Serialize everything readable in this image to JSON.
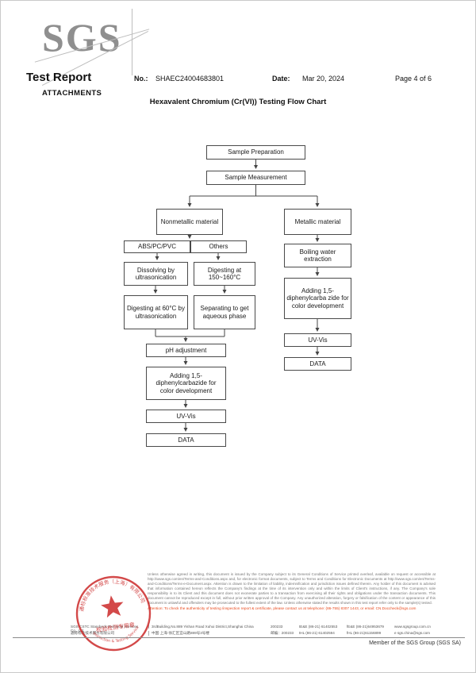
{
  "logo": {
    "text": "SGS"
  },
  "header": {
    "report_title": "Test Report",
    "attachments_label": "ATTACHMENTS",
    "no_label": "No.:",
    "no_value": "SHAEC24004683801",
    "date_label": "Date:",
    "date_value": "Mar 20, 2024",
    "page_label": "Page 4 of 6"
  },
  "flowchart": {
    "title": "Hexavalent Chromium (Cr(VI)) Testing Flow Chart",
    "nodes": [
      {
        "id": "sample-preparation",
        "label": "Sample Preparation"
      },
      {
        "id": "sample-measurement",
        "label": "Sample Measurement"
      },
      {
        "id": "nonmetallic-material",
        "label": "Nonmetallic material"
      },
      {
        "id": "abs-pc-pvc",
        "label": "ABS/PC/PVC"
      },
      {
        "id": "others",
        "label": "Others"
      },
      {
        "id": "dissolving-ultrasonication",
        "label": "Dissolving by ultrasonication"
      },
      {
        "id": "digesting-150-160",
        "label": "Digesting at 150~160°C"
      },
      {
        "id": "digesting-60-ultrasonication",
        "label": "Digesting at 60°C by ultrasonication"
      },
      {
        "id": "separating-aqueous-phase",
        "label": "Separating to get aqueous phase"
      },
      {
        "id": "ph-adjustment",
        "label": "pH adjustment"
      },
      {
        "id": "adding-diphenylcarbazide-left",
        "label": "Adding 1,5-diphenylcarbazide for color development"
      },
      {
        "id": "uv-vis-left",
        "label": "UV-Vis"
      },
      {
        "id": "data-left",
        "label": "DATA"
      },
      {
        "id": "metallic-material",
        "label": "Metallic material"
      },
      {
        "id": "boiling-water-extraction",
        "label": "Boiling water extraction"
      },
      {
        "id": "adding-diphenylcarbazide-right",
        "label": "Adding 1,5-diphenylcarba zide for color development"
      },
      {
        "id": "uv-vis-right",
        "label": "UV-Vis"
      },
      {
        "id": "data-right",
        "label": "DATA"
      }
    ]
  },
  "footer": {
    "legal_text": "Unless otherwise agreed in writing, this document is issued by the Company subject to its General Conditions of Service printed overleaf, available on request or accessible at http://www.sgs.com/en/Terms-and-Conditions.aspx and, for electronic format documents, subject to Terms and Conditions for Electronic Documents at http://www.sgs.com/en/Terms-and-Conditions/Terms-e-Document.aspx. Attention is drawn to the limitation of liability, indemnification and jurisdiction issues defined therein. Any holder of this document is advised that information contained hereon reflects the Company's findings at the time of its intervention only and within the limits of Client's instructions, if any. The Company's sole responsibility is to its Client and this document does not exonerate parties to a transaction from exercising all their rights and obligations under the transaction documents. This document cannot be reproduced except in full, without prior written approval of the Company. Any unauthorized alteration, forgery or falsification of the content or appearance of this document is unlawful and offenders may be prosecuted to the fullest extent of the law. Unless otherwise stated the results shown in this test report refer only to the sample(s) tested.",
    "attention_text": "Attention: To check the authenticity of testing /inspection report & certificate, please contact us at telephone: (86-755) 8307 1443, or email: CN.Doccheck@sgs.com",
    "contact_rows": [
      {
        "company": "SGS-CSTC Standards Technical Services Co., Ltd.",
        "address": "3rdBuilding,No.889 Yishan Road Xuhui District,Shanghai China",
        "post": "200233",
        "tel": "tE&E (86-21) 61402553",
        "fax": "fE&E (86-21)64953679",
        "net": "www.sgsgroup.com.cn"
      },
      {
        "company": "通标标准技术服务有限公司",
        "address": "中国·上海·徐汇区宜山路889号3号楼",
        "post": "邮编：200233",
        "tel": "tHL (86-21) 61402594",
        "fax": "fHL (86-21)61156899",
        "net": "e sgs.china@sgs.com"
      }
    ],
    "stamp": {
      "company_cn": "通标标准技术服务（上海）有限公司",
      "purpose_cn": "检验检测专用章",
      "service_en": "Inspection & Testing Service"
    },
    "member_line": "Member of the SGS Group (SGS SA)"
  }
}
